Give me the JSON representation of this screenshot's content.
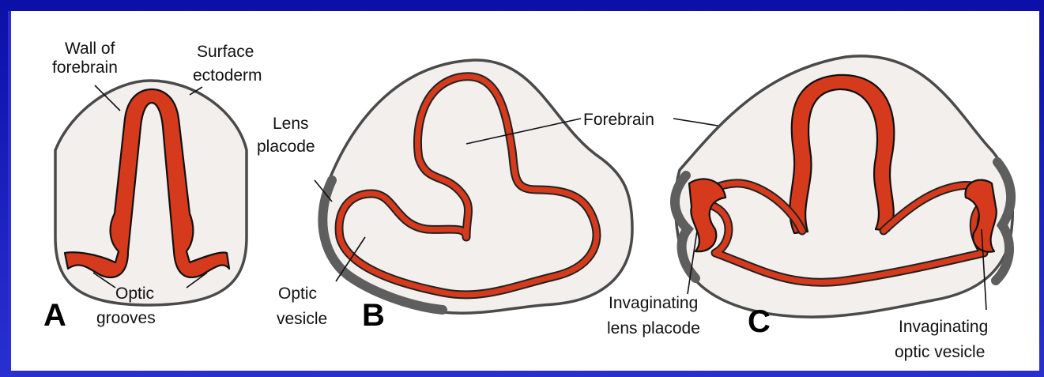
{
  "colors": {
    "background": "#1a1fb8",
    "panel": "#ffffff",
    "neural_wall": "#d63a1c",
    "ectoderm": "#5e5e5e",
    "mesenchyme": "#f2efec"
  },
  "panels": [
    {
      "letter": "A"
    },
    {
      "letter": "B"
    },
    {
      "letter": "C"
    }
  ],
  "labels": {
    "wall_of_forebrain_1": "Wall of",
    "wall_of_forebrain_2": "forebrain",
    "surface_ectoderm_1": "Surface",
    "surface_ectoderm_2": "ectoderm",
    "optic_grooves_1": "Optic",
    "optic_grooves_2": "grooves",
    "lens_placode_1": "Lens",
    "lens_placode_2": "placode",
    "forebrain": "Forebrain",
    "optic_vesicle_1": "Optic",
    "optic_vesicle_2": "vesicle",
    "invag_lens_1": "Invaginating",
    "invag_lens_2": "lens placode",
    "invag_optic_1": "Invaginating",
    "invag_optic_2": "optic vesicle"
  }
}
